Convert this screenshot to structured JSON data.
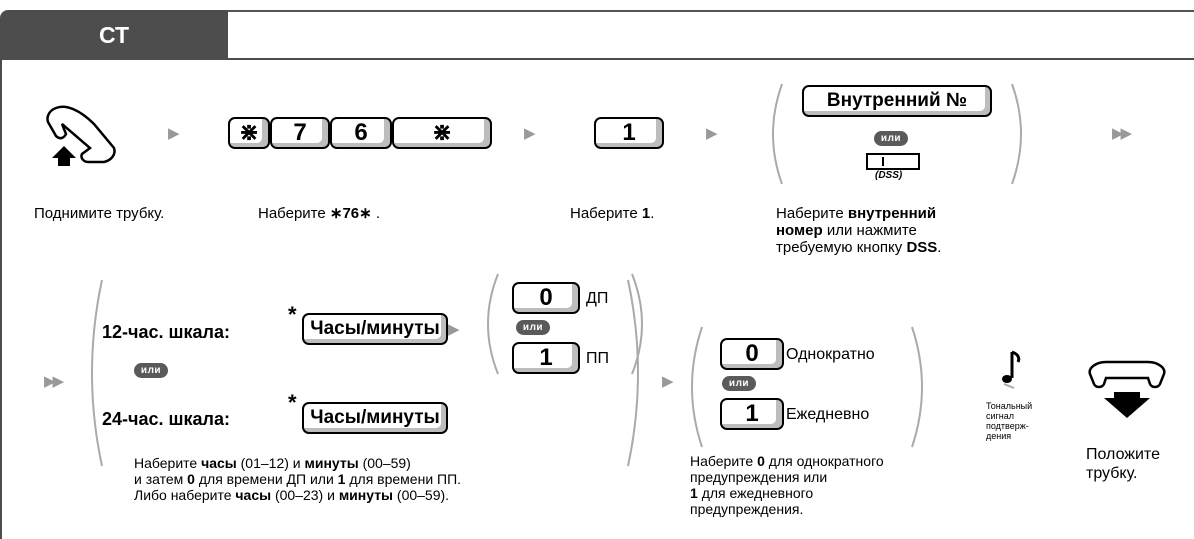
{
  "header": {
    "tab_label": "СТ"
  },
  "row1": {
    "keys_code": [
      "⋇",
      "7",
      "6",
      "⋇"
    ],
    "key_one": "1",
    "ext_button": "Внутренний №",
    "or_label": "или",
    "dss_label": "(DSS)",
    "labels": {
      "lift_handset": "Поднимите трубку.",
      "dial_code_prefix": "Наберите",
      "dial_code_value": "∗76∗",
      "dial_code_suffix": ".",
      "dial_one_prefix": "Наберите",
      "dial_one_value": "1",
      "dial_one_suffix": ".",
      "ext_prefix": "Наберите",
      "ext_bold1": "внутренний",
      "ext_bold2": "номер",
      "ext_mid": "или нажмите",
      "ext_line3_prefix": "требуемую кнопку",
      "ext_bold3": "DSS",
      "ext_suffix": "."
    }
  },
  "row2": {
    "scale12_label": "12-час. шкала:",
    "scale24_label": "24-час. шкала:",
    "asterisk": "*",
    "hours_minutes_button": "Часы/минуты",
    "or_label": "или",
    "am_key": "0",
    "am_label": "ДП",
    "pm_key": "1",
    "pm_label": "ПП",
    "once_key": "0",
    "once_label": "Однократно",
    "daily_key": "1",
    "daily_label": "Ежедневно",
    "tone_label": "Тональный сигнал подтверж-дения",
    "hang_up": "Положите трубку.",
    "time_text": {
      "l1_a": "Наберите",
      "l1_b": "часы",
      "l1_c": "(01–12) и",
      "l1_d": "минуты",
      "l1_e": "(00–59)",
      "l2_a": "и затем",
      "l2_b": "0",
      "l2_c": "для времени ДП или",
      "l2_d": "1",
      "l2_e": "для времени ПП.",
      "l3_a": "Либо наберите",
      "l3_b": "часы",
      "l3_c": "(00–23) и",
      "l3_d": "минуты",
      "l3_e": "(00–59)."
    },
    "repeat_text": {
      "l1_a": "Наберите",
      "l1_b": "0",
      "l1_c": "для однократного",
      "l2": "предупреждения или",
      "l3_a": "1",
      "l3_b": "для ежедневного",
      "l4": "предупреждения."
    }
  }
}
